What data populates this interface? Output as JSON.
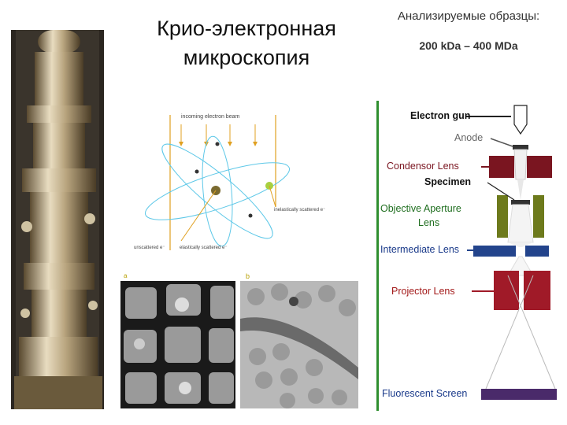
{
  "title": {
    "line1": "Крио-электронная",
    "line2": "микроскопия"
  },
  "samples": {
    "heading": "Анализируемые образцы:",
    "range": "200 kDa – 400 MDa"
  },
  "atom_diagram": {
    "incoming": "incoming electron beam",
    "inelastic": "inelastically scattered e⁻",
    "unscattered": "unscattered e⁻",
    "elastic": "elastically scattered e⁻"
  },
  "micrographs": {
    "a_label": "a",
    "b_label": "b"
  },
  "tem": {
    "electron_gun": "Electron gun",
    "anode": "Anode",
    "condensor": "Condensor Lens",
    "specimen": "Specimen",
    "objective_l1": "Objective Aperture",
    "objective_l2": "Lens",
    "intermediate": "Intermediate Lens",
    "projector": "Projector Lens",
    "screen": "Fluorescent Screen"
  },
  "colors": {
    "lens_red": "#7a1520",
    "lens_green": "#6d7a1c",
    "lens_blue": "#23448c",
    "screen_purple": "#4a2a6a",
    "label_blue": "#1a3a8a",
    "label_red": "#a31a1a",
    "label_green": "#1f6e1f"
  }
}
